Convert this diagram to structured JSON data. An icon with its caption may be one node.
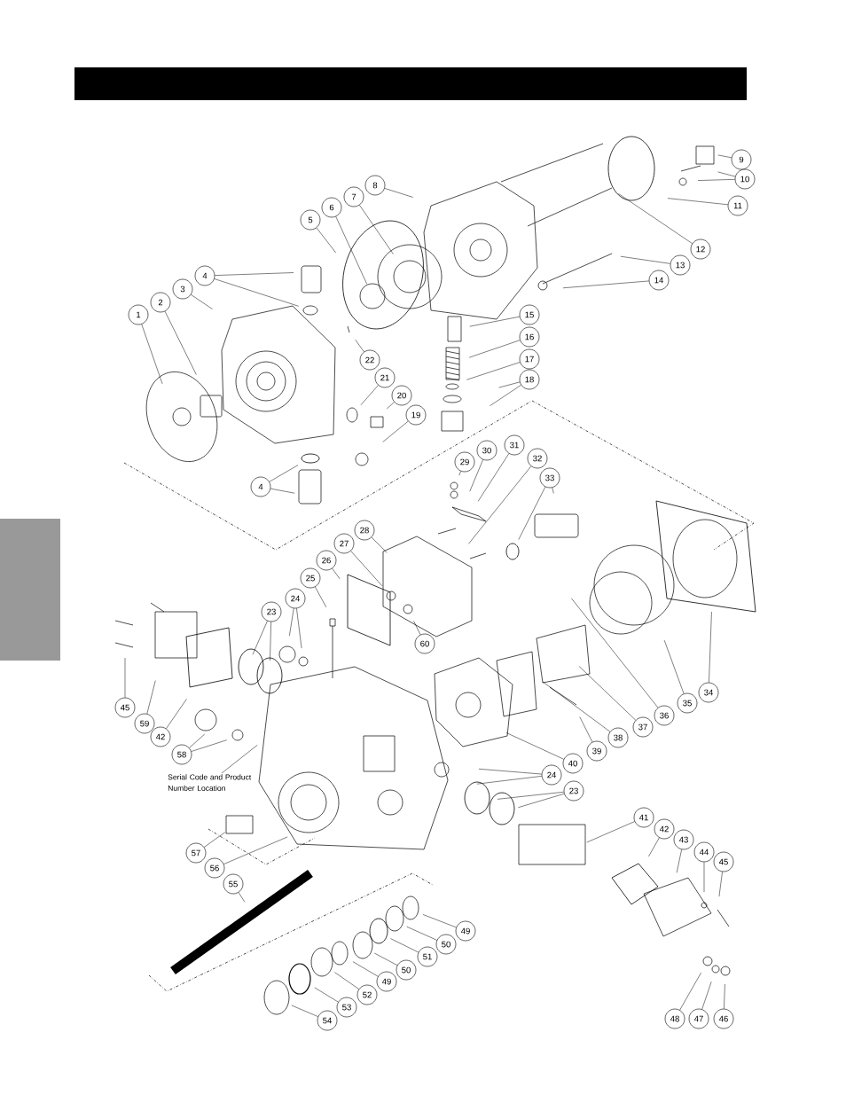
{
  "diagram": {
    "nodes": [
      {
        "text": [
          "1"
        ]
      },
      {
        "text": [
          "2"
        ]
      },
      {
        "text": [
          "3"
        ]
      },
      {
        "text": [
          "4"
        ]
      },
      {
        "text": [
          "5"
        ]
      },
      {
        "text": [
          "6"
        ]
      },
      {
        "text": [
          "7"
        ]
      },
      {
        "text": [
          "8"
        ]
      },
      {
        "text": [
          "9"
        ]
      },
      {
        "text": [
          "10"
        ]
      },
      {
        "text": [
          "11"
        ]
      },
      {
        "text": [
          "12"
        ]
      },
      {
        "text": [
          "13"
        ]
      },
      {
        "text": [
          "14"
        ]
      },
      {
        "text": [
          "15"
        ]
      },
      {
        "text": [
          "16"
        ]
      },
      {
        "text": [
          "17"
        ]
      },
      {
        "text": [
          "18"
        ]
      },
      {
        "text": [
          "19"
        ]
      },
      {
        "text": [
          "20"
        ]
      },
      {
        "text": [
          "21"
        ]
      },
      {
        "text": [
          "22"
        ]
      },
      {
        "text": [
          "4"
        ]
      },
      {
        "text": [
          "29"
        ]
      },
      {
        "text": [
          "30"
        ]
      },
      {
        "text": [
          "31"
        ]
      },
      {
        "text": [
          "32"
        ]
      },
      {
        "text": [
          "33"
        ]
      },
      {
        "text": [
          "28"
        ]
      },
      {
        "text": [
          "27"
        ]
      },
      {
        "text": [
          "26"
        ]
      },
      {
        "text": [
          "25"
        ]
      },
      {
        "text": [
          "60"
        ]
      },
      {
        "text": [
          "24"
        ]
      },
      {
        "text": [
          "23"
        ]
      },
      {
        "text": [
          "34"
        ]
      },
      {
        "text": [
          "35"
        ]
      },
      {
        "text": [
          "36"
        ]
      },
      {
        "text": [
          "37"
        ]
      },
      {
        "text": [
          "38"
        ]
      },
      {
        "text": [
          "39"
        ]
      },
      {
        "text": [
          "45"
        ]
      },
      {
        "text": [
          "59"
        ]
      },
      {
        "text": [
          "42"
        ]
      },
      {
        "text": [
          "58"
        ]
      },
      {
        "text": [
          "Serial Code and Product Number Location"
        ]
      },
      {
        "text": [
          "40"
        ]
      },
      {
        "text": [
          "24"
        ]
      },
      {
        "text": [
          "23"
        ]
      },
      {
        "text": [
          "41"
        ]
      },
      {
        "text": [
          "42"
        ]
      },
      {
        "text": [
          "43"
        ]
      },
      {
        "text": [
          "44"
        ]
      },
      {
        "text": [
          "45"
        ]
      },
      {
        "text": [
          "57"
        ]
      },
      {
        "text": [
          "56"
        ]
      },
      {
        "text": [
          "55"
        ]
      },
      {
        "text": [
          "49"
        ]
      },
      {
        "text": [
          "50"
        ]
      },
      {
        "text": [
          "51"
        ]
      },
      {
        "text": [
          "50"
        ]
      },
      {
        "text": [
          "49"
        ]
      },
      {
        "text": [
          "52"
        ]
      },
      {
        "text": [
          "53"
        ]
      },
      {
        "text": [
          "54"
        ]
      },
      {
        "text": [
          "48"
        ]
      },
      {
        "text": [
          "47"
        ]
      },
      {
        "text": [
          "46"
        ]
      },
      {
        "text": [],
        "shape": "bar"
      },
      {
        "text": [],
        "shape": "box"
      }
    ],
    "edges": [
      {
        "from": 0,
        "to": null,
        "arrow": "none"
      },
      {
        "from": 1,
        "to": null,
        "arrow": "none"
      },
      {
        "from": 2,
        "to": null,
        "arrow": "none"
      },
      {
        "from": 3,
        "to": null,
        "arrow": "none"
      },
      {
        "from": 3,
        "to": null,
        "arrow": "none"
      },
      {
        "from": 4,
        "to": null,
        "arrow": "none"
      },
      {
        "from": 5,
        "to": null,
        "arrow": "none"
      },
      {
        "from": 6,
        "to": null,
        "arrow": "none"
      },
      {
        "from": 7,
        "to": null,
        "arrow": "none"
      },
      {
        "from": 8,
        "to": null,
        "arrow": "none"
      },
      {
        "from": 9,
        "to": null,
        "arrow": "none"
      },
      {
        "from": 9,
        "to": null,
        "arrow": "none"
      },
      {
        "from": 10,
        "to": null,
        "arrow": "none"
      },
      {
        "from": 11,
        "to": null,
        "arrow": "none"
      },
      {
        "from": 12,
        "to": null,
        "arrow": "none"
      },
      {
        "from": 13,
        "to": null,
        "arrow": "none"
      },
      {
        "from": 14,
        "to": null,
        "arrow": "none"
      },
      {
        "from": 15,
        "to": null,
        "arrow": "none"
      },
      {
        "from": 16,
        "to": null,
        "arrow": "none"
      },
      {
        "from": 17,
        "to": null,
        "arrow": "none"
      },
      {
        "from": 17,
        "to": null,
        "arrow": "none"
      },
      {
        "from": 18,
        "to": null,
        "arrow": "none"
      },
      {
        "from": 19,
        "to": null,
        "arrow": "none"
      },
      {
        "from": 20,
        "to": null,
        "arrow": "none"
      },
      {
        "from": 21,
        "to": null,
        "arrow": "none"
      },
      {
        "from": 22,
        "to": null,
        "arrow": "none"
      },
      {
        "from": 22,
        "to": null,
        "arrow": "none"
      },
      {
        "from": 23,
        "to": null,
        "arrow": "none"
      },
      {
        "from": 24,
        "to": null,
        "arrow": "none"
      },
      {
        "from": 25,
        "to": null,
        "arrow": "none"
      },
      {
        "from": 26,
        "to": null,
        "arrow": "none"
      },
      {
        "from": 27,
        "to": null,
        "arrow": "none"
      },
      {
        "from": 27,
        "to": null,
        "arrow": "none"
      },
      {
        "from": 28,
        "to": null,
        "arrow": "none"
      },
      {
        "from": 29,
        "to": null,
        "arrow": "none"
      },
      {
        "from": 30,
        "to": null,
        "arrow": "none"
      },
      {
        "from": 31,
        "to": null,
        "arrow": "none"
      },
      {
        "from": 32,
        "to": null,
        "arrow": "none"
      },
      {
        "from": 33,
        "to": null,
        "arrow": "none"
      },
      {
        "from": 33,
        "to": null,
        "arrow": "none"
      },
      {
        "from": 34,
        "to": null,
        "arrow": "none"
      },
      {
        "from": 34,
        "to": null,
        "arrow": "none"
      },
      {
        "from": 35,
        "to": null,
        "arrow": "none"
      },
      {
        "from": 36,
        "to": null,
        "arrow": "none"
      },
      {
        "from": 37,
        "to": null,
        "arrow": "none"
      },
      {
        "from": 38,
        "to": null,
        "arrow": "none"
      },
      {
        "from": 39,
        "to": null,
        "arrow": "none"
      },
      {
        "from": 40,
        "to": null,
        "arrow": "none"
      },
      {
        "from": 41,
        "to": null,
        "arrow": "none"
      },
      {
        "from": 42,
        "to": null,
        "arrow": "none"
      },
      {
        "from": 43,
        "to": null,
        "arrow": "none"
      },
      {
        "from": 44,
        "to": null,
        "arrow": "none"
      },
      {
        "from": 44,
        "to": null,
        "arrow": "none"
      },
      {
        "from": 45,
        "to": null,
        "arrow": "none"
      },
      {
        "from": 46,
        "to": null,
        "arrow": "none"
      },
      {
        "from": 47,
        "to": null,
        "arrow": "none"
      },
      {
        "from": 47,
        "to": null,
        "arrow": "none"
      },
      {
        "from": 48,
        "to": null,
        "arrow": "none"
      },
      {
        "from": 48,
        "to": null,
        "arrow": "none"
      },
      {
        "from": 49,
        "to": null,
        "arrow": "none"
      },
      {
        "from": 50,
        "to": null,
        "arrow": "none"
      },
      {
        "from": 51,
        "to": null,
        "arrow": "none"
      },
      {
        "from": 52,
        "to": null,
        "arrow": "none"
      },
      {
        "from": 53,
        "to": null,
        "arrow": "none"
      },
      {
        "from": 54,
        "to": null,
        "arrow": "none"
      },
      {
        "from": 55,
        "to": null,
        "arrow": "none"
      },
      {
        "from": 56,
        "to": null,
        "arrow": "none"
      },
      {
        "from": 57,
        "to": null,
        "arrow": "none"
      },
      {
        "from": 58,
        "to": null,
        "arrow": "none"
      },
      {
        "from": 59,
        "to": null,
        "arrow": "none"
      },
      {
        "from": 60,
        "to": null,
        "arrow": "none"
      },
      {
        "from": 61,
        "to": null,
        "arrow": "none"
      },
      {
        "from": 62,
        "to": null,
        "arrow": "none"
      },
      {
        "from": 63,
        "to": null,
        "arrow": "none"
      },
      {
        "from": 64,
        "to": null,
        "arrow": "none"
      },
      {
        "from": 65,
        "to": null,
        "arrow": "none"
      },
      {
        "from": 66,
        "to": null,
        "arrow": "none"
      },
      {
        "from": 67,
        "to": null,
        "arrow": "none"
      }
    ]
  }
}
